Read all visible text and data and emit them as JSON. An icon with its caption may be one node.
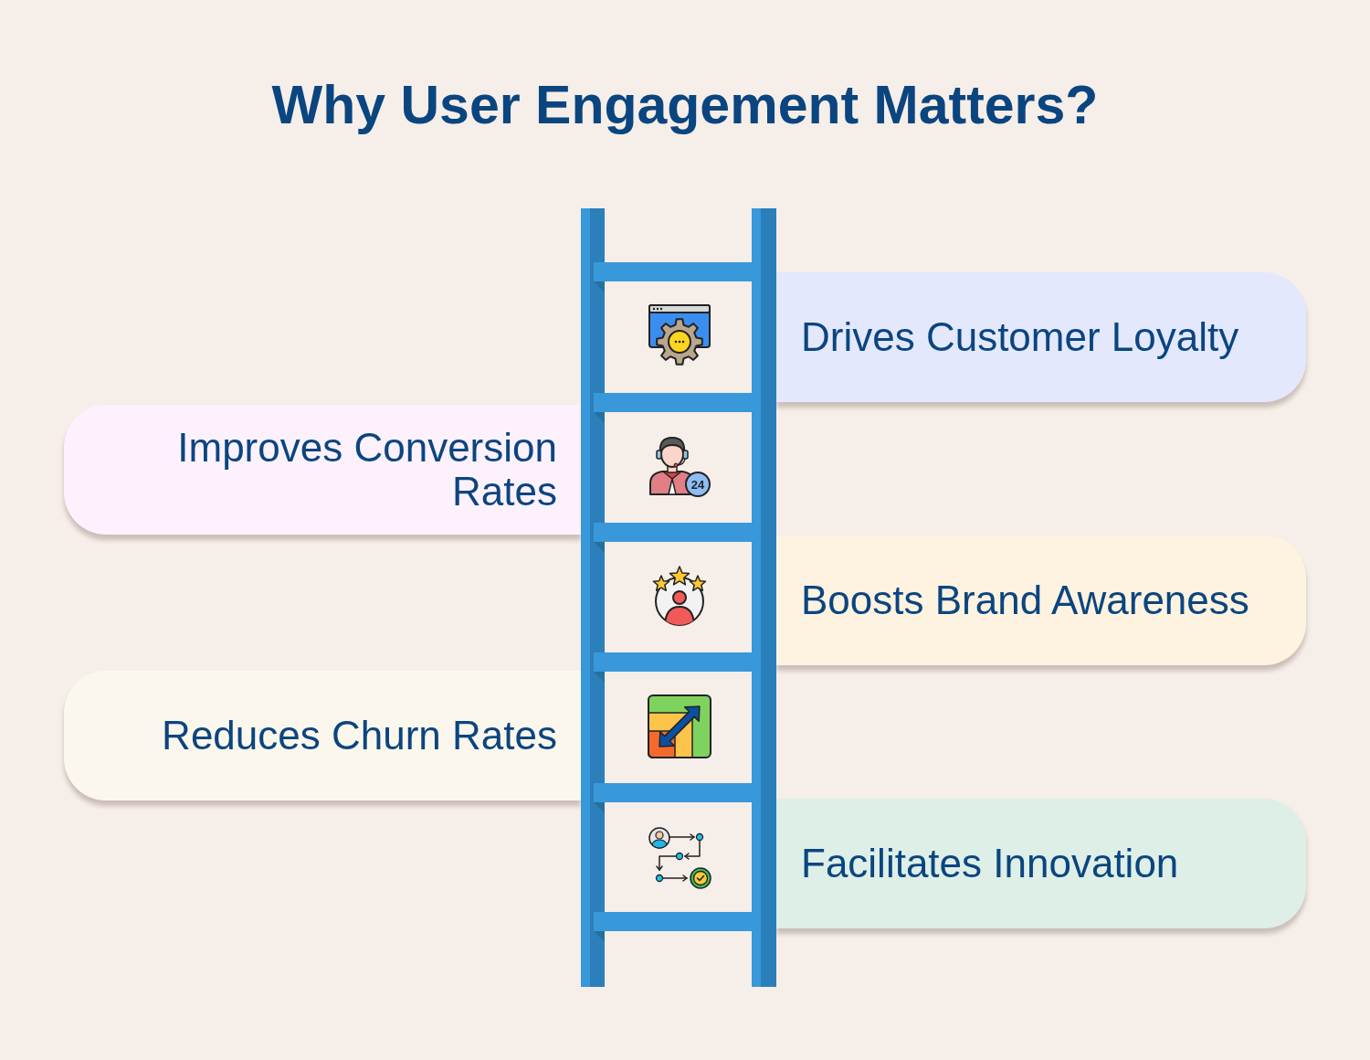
{
  "diagram": {
    "title": "Why User Engagement Matters?",
    "nodes": [
      {
        "text": [
          "Drives Customer Loyalty"
        ]
      },
      {
        "text": [
          "Improves Conversion Rates"
        ]
      },
      {
        "text": [
          "Boosts Brand Awareness"
        ]
      },
      {
        "text": [
          "Reduces Churn Rates"
        ]
      },
      {
        "text": [
          "Facilitates Innovation"
        ]
      }
    ],
    "labels": [
      "24"
    ]
  }
}
